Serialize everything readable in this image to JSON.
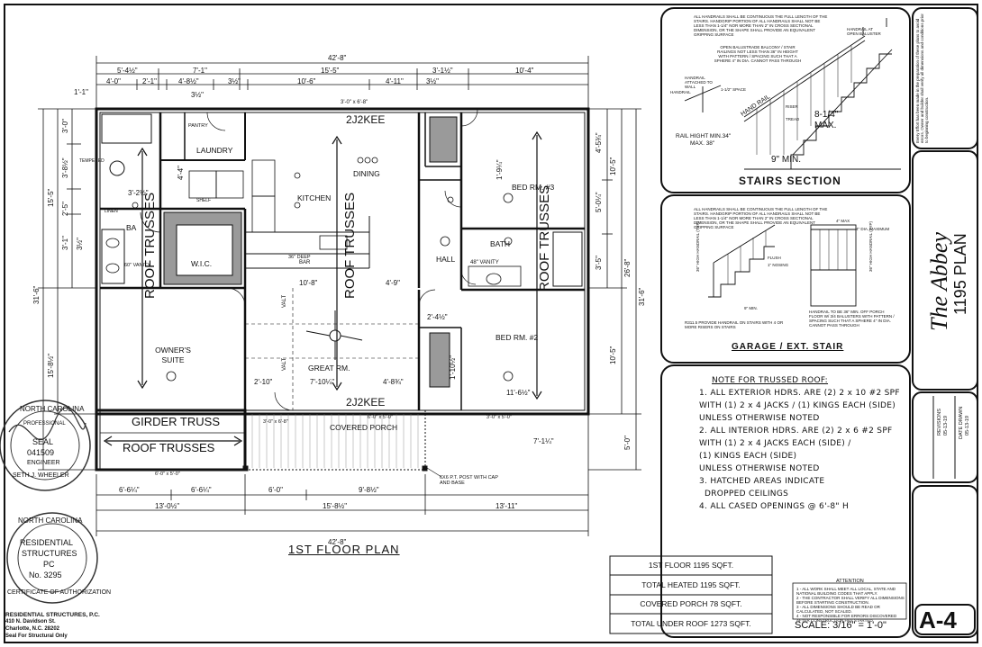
{
  "plan": {
    "overall_dim_top": "42'-8\"",
    "overall_dim_bottom": "42'-8\"",
    "top_dims_row1": [
      "5'-4½\"",
      "7'-1\"",
      "15'-5\"",
      "3'-1½\"",
      "10'-4\""
    ],
    "top_dims_row2": [
      "4'-0\"",
      "2'-1\"",
      "4'-8½\"",
      "3½\"",
      "10'-6\"",
      "4'-11\"",
      "3½\""
    ],
    "top_small_dims": [
      "1'-1\"",
      "3½\"",
      "3'-0\" x 6'-8\""
    ],
    "bottom_dims_row1": [
      "6'-6¼\"",
      "6'-6¼\"",
      "6'-0\"",
      "9'-8½\""
    ],
    "bottom_dims_row2": [
      "13'-0½\"",
      "15'-8½\"",
      "13'-11\""
    ],
    "left_dims": [
      "3'-0\"",
      "3'-8½\"",
      "15'-5\"",
      "2'-5\"",
      "3'-1\"",
      "3½\"",
      "31'-6\"",
      "15'-8½\""
    ],
    "right_dims": [
      "4'-5¾\"",
      "10'-5\"",
      "5'-0¼\"",
      "3'-5\"",
      "26'-8\"",
      "31'-6\"",
      "10'-5\"",
      "5'-0\"",
      "7'-1¼\""
    ],
    "rooms": {
      "laundry": "LAUNDRY",
      "dining": "DINING",
      "kitchen": "KITCHEN",
      "bed3": "BED RM. #3",
      "bath": "BATH",
      "hall": "HALL",
      "wic": "W.I.C.",
      "owners_suite": "OWNER'S SUITE",
      "great_rm": "GREAT RM.",
      "bed2": "BED RM. #2",
      "covered_porch": "COVERED PORCH",
      "bar": "BAR",
      "pantry": "PANTRY",
      "bath_short": "BA"
    },
    "header_2j2kee_top": "2J2KEE",
    "header_2j2kee_bottom": "2J2KEE",
    "roof_trusses": "ROOF TRUSSES",
    "girder_truss": "GIRDER TRUSS",
    "fixtures": [
      "48\" VANITY",
      "60\" VANITY",
      "LINEN",
      "36\" DEEP",
      "TEMPERED",
      "SHELF",
      "VALT",
      "VALT"
    ],
    "post_note": "6X6 P.T. POST WITH CAP AND BASE",
    "misc_dims": [
      "10'-8\"",
      "4'-9\"",
      "7'-10¼\"",
      "4'-8¾\"",
      "2'-10\"",
      "11'-6½\"",
      "1'-10½\"",
      "2'-4½\"",
      "3'-0\" x 6'-8\"",
      "6'-0\" x 5'-0\"",
      "3'-0\" x 5'-0\"",
      "6'-0\" x 5'-0\"",
      "3'-2½\"",
      "4'-4\"",
      "1'-9¼\""
    ],
    "title": "1ST FLOOR PLAN",
    "scale": "SCALE: 3/16\" = 1'-0\""
  },
  "sqft_table": [
    "1ST FLOOR 1195 SQFT.",
    "TOTAL HEATED 1195 SQFT.",
    "COVERED PORCH 78 SQFT.",
    "TOTAL UNDER ROOF 1273 SQFT."
  ],
  "stairs_section": {
    "title": "STAIRS SECTION",
    "note": "ALL HANDRAILS SHALL BE CONTINUOUS THE FULL LENGTH OF THE STAIRS. HANDGRIP PORTION OF ALL HANDRAILS SHALL NOT BE LESS THAN 1-1/4\" NOR MORE THAN 2\" IN CROSS SECTIONAL DIMENSION, OR THE SHAPE SHALL PROVIDE AN EQUIVALENT GRIPPING SURFACE",
    "baluster_note": "OPEN BALUSTRADE BALCONY / STAIR RAILINGS NOT LESS THAN 36\" IN HEIGHT WITH PATTERN / SPACING SUCH THAT A SPHERE 4\" IN DIA. CANNOT PASS THROUGH",
    "labels": [
      "HANDRAIL AT OPEN BALUSTER",
      "HANDRAIL ATTACHED TO WALL",
      "HANDRAIL",
      "1-1/2\" SPACE",
      "HAND RAIL",
      "RISER",
      "TREAD",
      "8-1/4\"",
      "MAX.",
      "9\" MIN.",
      "RAIL HIGHT MIN.34\"",
      "MAX. 38\""
    ]
  },
  "garage_stair": {
    "title": "GARAGE / EXT. STAIR",
    "note": "ALL HANDRAILS SHALL BE CONTINUOUS THE FULL LENGTH OF THE STAIRS. HANDGRIP PORTION OF ALL HANDRAILS SHALL NOT BE LESS THAN 1-1/4\" NOR MORE THAN 2\" IN CROSS SECTIONAL DIMENSION, OR THE SHAPE SHALL PROVIDE AN EQUIVALENT GRIPPING SURFACE",
    "labels": [
      "4\" MAX",
      "4\" DIA. MAXIMUM",
      "FLUSH",
      "1\" NOSING",
      "9\" MIN.",
      "36\" HIGH HANDRAIL (TYP)",
      "36\" HIGH HANDRAIL (TYP)"
    ],
    "bottom_note_left": "R311.5 PROVIDE HANDRAIL ON STAIRS WITH 4 OR MORE RISERS ON STAIRS",
    "bottom_note_right": "HANDRAIL TO BE 36\" MIN. OFF PORCH FLOOR W/ 3/4 BALUSTERS WITH PATTERN / SPACING SUCH THAT A SPHERE 4\" IN DIA. CANNOT PASS THROUGH"
  },
  "truss_notes": {
    "title": "NOTE FOR TRUSSED ROOF:",
    "lines": [
      "1. ALL EXTERIOR HDRS. ARE (2) 2 x 10 #2 SPF",
      "WITH (1) 2 x 4 JACKS / (1) KINGS EACH (SIDE)",
      "UNLESS OTHERWISE NOTED",
      "2. ALL INTERIOR HDRS. ARE (2) 2 x 6 #2 SPF",
      "WITH (1) 2 x 4 JACKS EACH (SIDE) /",
      "(1) KINGS EACH (SIDE)",
      "UNLESS OTHERWISE NOTED",
      "3. HATCHED AREAS INDICATE",
      "DROPPED CEILINGS",
      "4. ALL CASED OPENINGS @ 6'-8\" H"
    ]
  },
  "title_block": {
    "plan_name": "The Abbey",
    "plan_number": "1195 PLAN",
    "revisions_label": "REVISIONS",
    "revision_date": "05-13-19",
    "date_drawn_label": "DATE DRAWN",
    "date_drawn": "05-13-19",
    "sheet": "A-4",
    "copyright_note": "Every Effort has been made in the preparation of these plans to avoid errors. Owner and builder shall verify all dimensions and conditions prior to beginning construction.",
    "attention_title": "ATTENTION",
    "attention_lines": [
      "1 - ALL WORK SHALL MEET ALL LOCAL, STATE AND NATIONAL BUILDING CODES THAT APPLY.",
      "2 - THE CONTRACTOR SHALL VERIFY ALL DIMENSIONS BEFORE STARTING CONSTRUCTION.",
      "3 - ALL DIMENSIONS SHOULD BE READ OR CALCULATED, NOT SCALED.",
      "4 - NOT RESPONSIBLE FOR ERRORS DISCOVERED AFTER CONSTRUCTION HAS STARTED."
    ]
  },
  "seals": {
    "engineer_seal": [
      "NORTH CAROLINA",
      "PROFESSIONAL",
      "SEAL",
      "041509",
      "ENGINEER",
      "SETH J. WHEELER"
    ],
    "cert_seal": [
      "NORTH CAROLINA",
      "RESIDENTIAL",
      "STRUCTURES",
      "PC",
      "No. 3295",
      "CERTIFICATE OF AUTHORIZATION"
    ],
    "firm": "RESIDENTIAL STRUCTURES, P.C.",
    "address1": "410 N. Davidson St.",
    "address2": "Charlotte, N.C. 28202",
    "seal_note": "Seal For Structural Only"
  },
  "colors": {
    "line": "#111111",
    "paper": "#ffffff",
    "wall_fill": "#555555",
    "gray": "#9a9a9a"
  }
}
